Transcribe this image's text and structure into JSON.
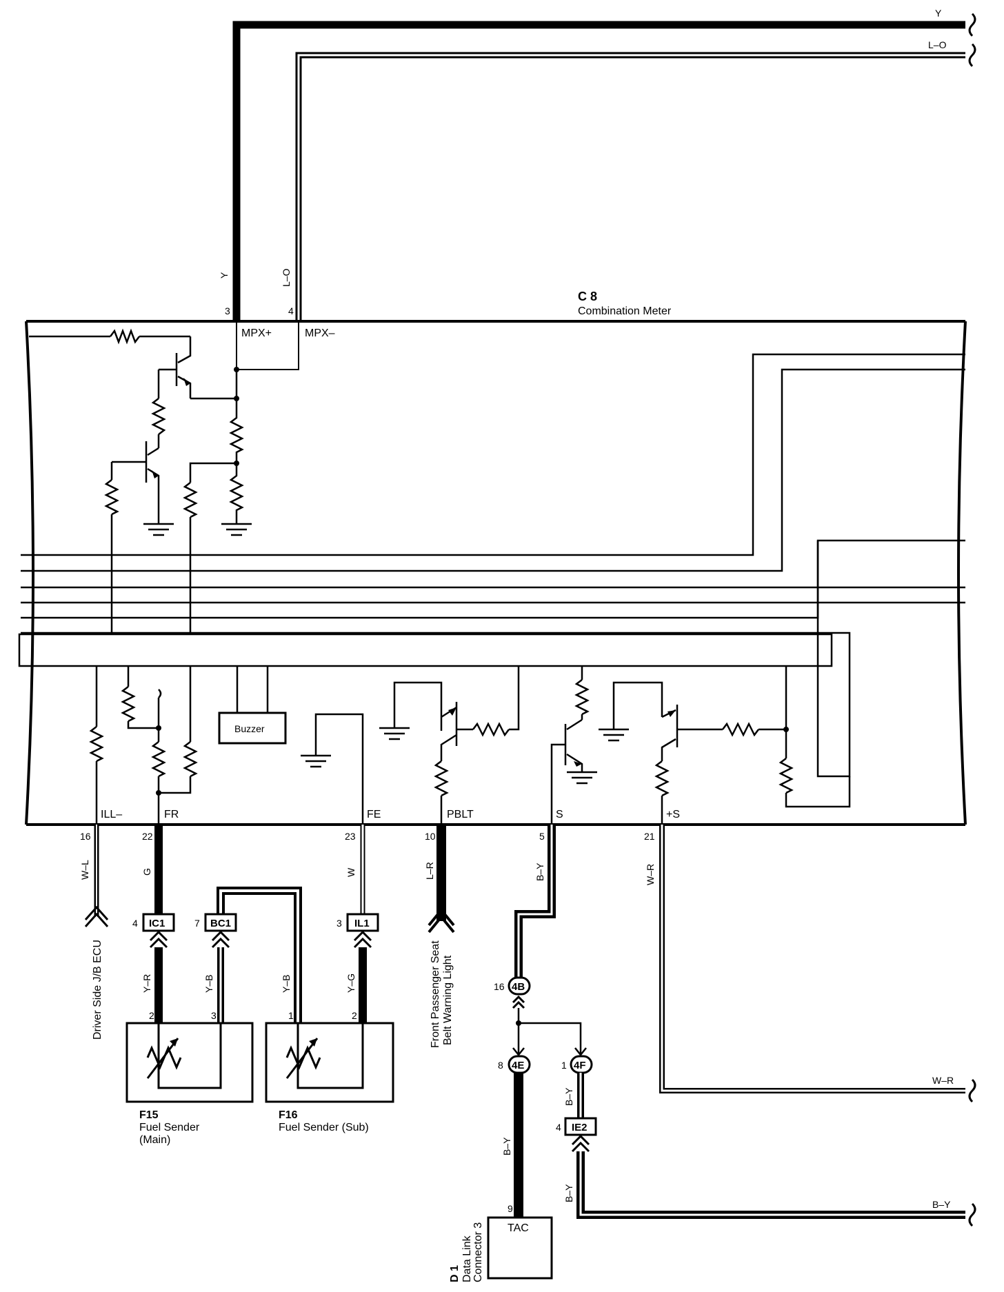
{
  "meter": {
    "code": "C 8",
    "name": "Combination Meter",
    "buzzer": "Buzzer",
    "pins_top": [
      {
        "num": "3",
        "name": "MPX+",
        "wire": "Y"
      },
      {
        "num": "4",
        "name": "MPX–",
        "wire": "L–O"
      }
    ],
    "pins_bottom": [
      {
        "num": "16",
        "name": "ILL–",
        "wire": "W–L"
      },
      {
        "num": "22",
        "name": "FR",
        "wire": "G"
      },
      {
        "num": "23",
        "name": "FE",
        "wire": "W"
      },
      {
        "num": "10",
        "name": "PBLT",
        "wire": "L–R"
      },
      {
        "num": "5",
        "name": "S",
        "wire": "B–Y"
      },
      {
        "num": "21",
        "name": "+S",
        "wire": "W–R"
      }
    ]
  },
  "right_edge_wires": [
    "Y",
    "L–O",
    "W–R",
    "B–Y"
  ],
  "junctions": [
    {
      "id": "IC1",
      "pin": "4",
      "wire_below": "Y–R"
    },
    {
      "id": "BC1",
      "pin": "7",
      "wire_below": "Y–B"
    },
    {
      "id": "IL1",
      "pin": "3",
      "wire_below": "Y–G"
    },
    {
      "id": "4B",
      "pin": "16"
    },
    {
      "id": "4E",
      "pin": "8",
      "wire_below": "B–Y"
    },
    {
      "id": "4F",
      "pin": "1",
      "wire_below": "B–Y"
    },
    {
      "id": "IE2",
      "pin": "4",
      "wire_below": "B–Y"
    }
  ],
  "sender_pins": {
    "main_left": "2",
    "main_right": "3",
    "sub_left": "1",
    "sub_right": "2"
  },
  "fuel_sender_main": {
    "code": "F15",
    "name": "Fuel Sender",
    "sub": "(Main)"
  },
  "fuel_sender_sub": {
    "code": "F16",
    "name": "Fuel Sender (Sub)"
  },
  "dlc": {
    "code": "D 1",
    "name1": "Data Link",
    "name2": "Connector 3",
    "pin": "9",
    "terminal": "TAC"
  },
  "driver_side": "Driver Side J/B ECU",
  "passenger": {
    "line1": "Front Passenger Seat",
    "line2": "Belt Warning Light"
  }
}
